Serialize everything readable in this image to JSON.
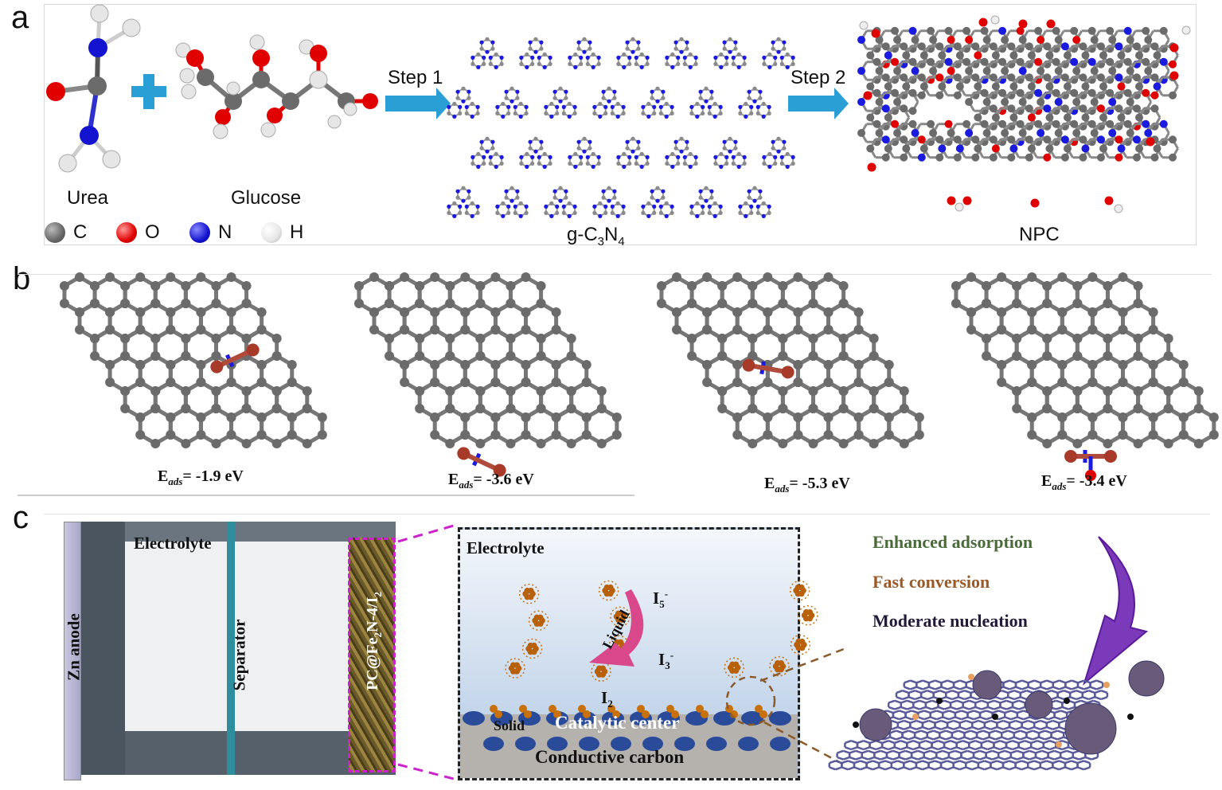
{
  "figure": {
    "panels": {
      "a": {
        "letter": "a",
        "molecules": {
          "urea": "Urea",
          "glucose": "Glucose",
          "gc3n4": {
            "prefix": "g-C",
            "sub1": "3",
            "mid": "N",
            "sub2": "4"
          },
          "npc": "NPC"
        },
        "steps": {
          "step1": "Step 1",
          "step2": "Step 2"
        },
        "legend": [
          {
            "symbol": "C",
            "color": "#6b6b6b"
          },
          {
            "symbol": "O",
            "color": "#e00000"
          },
          {
            "symbol": "N",
            "color": "#1414d0"
          },
          {
            "symbol": "H",
            "color": "#e6e6e6"
          }
        ],
        "plus_color": "#2a9fd6",
        "arrow_color": "#2a9fd6"
      },
      "b": {
        "letter": "b",
        "structures": [
          {
            "label": "E",
            "sub": "ads",
            "value": "= -1.9 eV"
          },
          {
            "label": "E",
            "sub": "ads",
            "value": "= -3.6 eV"
          },
          {
            "label": "E",
            "sub": "ads",
            "value": "= -5.3 eV"
          },
          {
            "label": "E",
            "sub": "ads",
            "value": "= -3.4 eV"
          }
        ]
      },
      "c": {
        "letter": "c",
        "cell": {
          "zn_anode": "Zn anode",
          "electrolyte": "Electrolyte",
          "separator": "Separator",
          "cathode": {
            "main": "PC@Fe",
            "sub1": "2",
            "mid": "N-4/I",
            "sub2": "2"
          }
        },
        "mechanism": {
          "electrolyte": "Electrolyte",
          "i5": {
            "base": "I",
            "sub": "5",
            "sup": "-"
          },
          "i3": {
            "base": "I",
            "sub": "3",
            "sup": "-"
          },
          "i2": {
            "base": "I",
            "sub": "2"
          },
          "liquid": "Liquid",
          "solid": "Solid",
          "catalytic_center": "Catalytic center",
          "conductive_carbon": "Conductive carbon"
        },
        "benefits": [
          {
            "text": "Enhanced adsorption",
            "color": "#4a6a3a"
          },
          {
            "text": "Fast conversion",
            "color": "#9a5a28"
          },
          {
            "text": "Moderate nucleation",
            "color": "#231a3a"
          }
        ]
      }
    }
  }
}
